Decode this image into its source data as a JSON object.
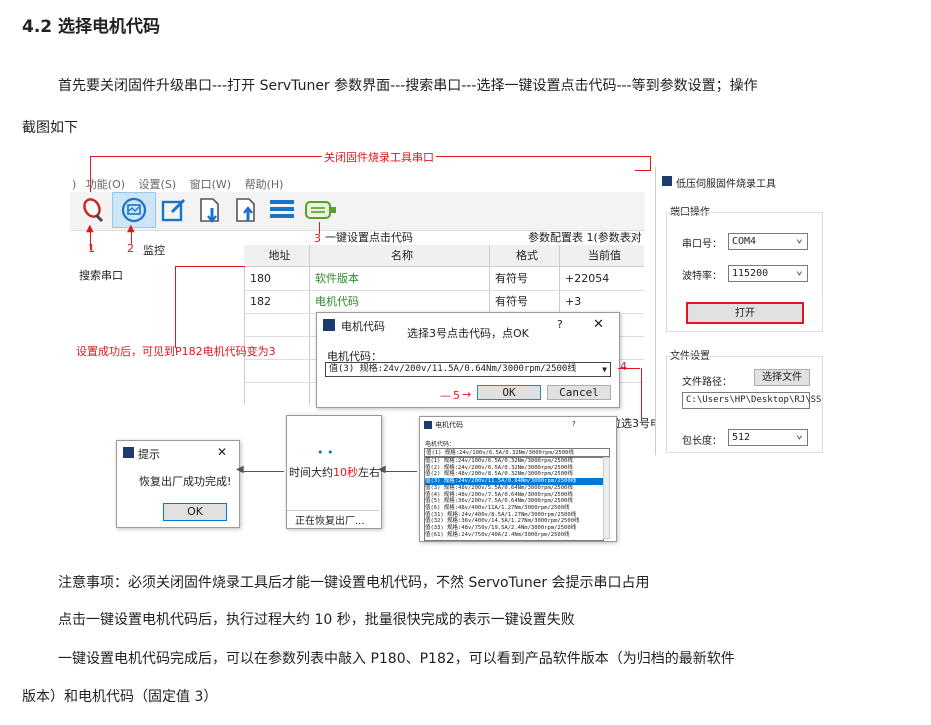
{
  "heading": "4.2 选择电机代码",
  "intro_line1": "首先要关闭固件升级串口---打开 ServTuner 参数界面---搜索串口---选择一键设置点击代码---等到参数设置；操作",
  "intro_line2": "截图如下",
  "figure": {
    "annot_close_tool": "关闭固件烧录工具串口",
    "menubar": [
      ")",
      "功能(O)",
      "设置(S)",
      "窗口(W)",
      "帮助(H)"
    ],
    "marker_1": "1",
    "marker_2": "2",
    "marker_3": "3",
    "marker_4": "4",
    "marker_5": "5",
    "monitor_label": "监控",
    "one_key_label": "一键设置点击代码",
    "param_table_label": "参数配置表 1(参数表对",
    "search_port": "搜索串口",
    "table_headers": [
      "地址",
      "名称",
      "格式",
      "当前值"
    ],
    "rows": [
      {
        "addr": "180",
        "name": "软件版本",
        "fmt": "有符号",
        "val": "+22054"
      },
      {
        "addr": "182",
        "name": "电机代码",
        "fmt": "有符号",
        "val": "+3"
      }
    ],
    "success_note": "设置成功后，可见到P182电机代码变为3",
    "motor_dialog": {
      "title": "电机代码",
      "hint": "选择3号点击代码，点OK",
      "help": "?",
      "close": "✕",
      "field_label": "电机代码：",
      "selected": "值(3) 规格:24v/200v/11.5A/0.64Nm/3000rpm/2500线",
      "ok": "OK",
      "cancel": "Cancel"
    },
    "dropdown_hint": "下拉选3号电",
    "flasher": {
      "title": "低压伺服固件烧录工具",
      "port_group": "端口操作",
      "port_label": "串口号：",
      "port_value": "COM4",
      "baud_label": "波特率：",
      "baud_value": "115200",
      "open_button": "打开",
      "file_group": "文件设置",
      "path_label": "文件路径：",
      "choose_file": "选择文件",
      "path_value": "C:\\Users\\HP\\Desktop\\RJ\\SS",
      "pkg_label": "包长度：",
      "pkg_value": "512"
    },
    "tip_dialog": {
      "title": "提示",
      "close": "✕",
      "message": "恢复出厂成功完成!",
      "ok": "OK"
    },
    "progress_dialog": {
      "dots": "• •",
      "text_a": "时间大约",
      "text_b": "10秒",
      "text_c": "左右",
      "status": "正在恢复出厂..."
    },
    "list_dialog": {
      "title": "电机代码",
      "help": "?",
      "label": "电机代码：",
      "selected": "值(1) 规格:24v/100v/6.5A/0.32Nm/3000rpm/2500线",
      "options": [
        "值(1) 规格:24v/100v/6.5A/0.32Nm/3000rpm/2500线",
        "值(2) 规格:24v/200v/6.5A/0.32Nm/3000rpm/2500线",
        "值(2) 规格:48v/200v/8.5A/0.32Nm/3000rpm/2500线",
        "值(3) 规格:24v/200v/11.5A/0.64Nm/3000rpm/2500线",
        "值(3) 规格:48v/200v/5.5A/0.64Nm/3000rpm/2500线",
        "值(4) 规格:48v/200v/7.5A/0.64Nm/3000rpm/2500线",
        "值(5) 规格:36v/200v/7.5A/0.64Nm/3000rpm/2500线",
        "值(6) 规格:48v/400v/11A/1.27Nm/3000rpm/2500线",
        "值(31) 规格:24v/400v/8.5A/1.27Nm/3000rpm/2500线",
        "值(32) 规格:36v/400v/14.5A/1.27Nm/3000rpm/2500线",
        "值(33) 规格:48v/750v/19.5A/2.4Nm/3000rpm/2500线",
        "值(61) 规格:24v/750v/40A/2.4Nm/3000rpm/2500线"
      ]
    }
  },
  "notes": [
    "注意事项：必须关闭固件烧录工具后才能一键设置电机代码，不然 ServoTuner 会提示串口占用",
    "点击一键设置电机代码后，执行过程大约 10 秒，批量很快完成的表示一键设置失败",
    "一键设置电机代码完成后，可以在参数列表中敲入 P180、P182，可以看到产品软件版本（为归档的最新软件",
    "版本）和电机代码（固定值 3）"
  ],
  "colors": {
    "red": "#e0171d",
    "green": "#2e8b2e",
    "accent": "#0078d7"
  }
}
